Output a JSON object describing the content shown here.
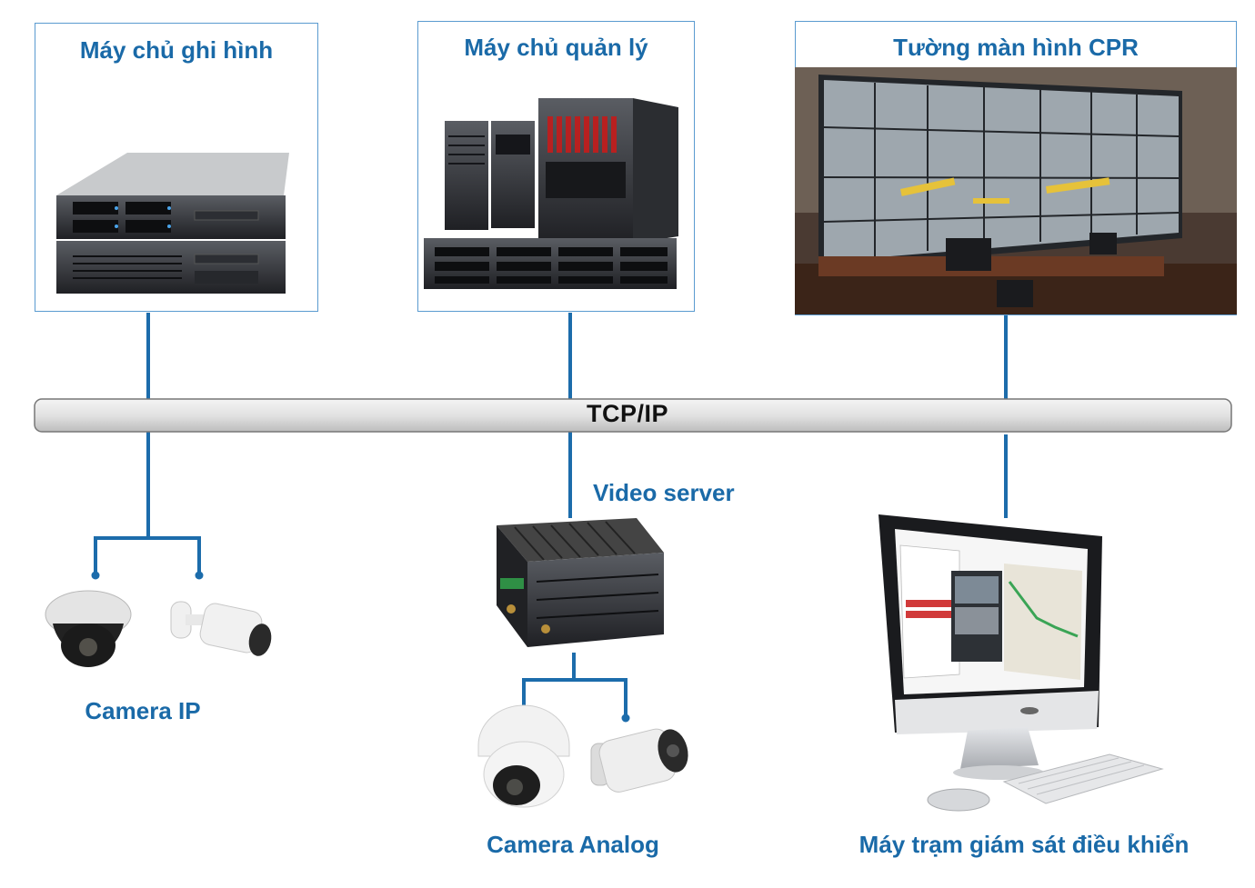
{
  "nodes": {
    "recording_server": "Máy chủ ghi hình",
    "management_server": "Máy chủ quản lý",
    "video_wall": "Tường màn hình CPR",
    "bus": "TCP/IP",
    "video_server": "Video server",
    "camera_ip": "Camera IP",
    "camera_analog": "Camera Analog",
    "workstation": "Máy trạm giám sát điều khiển"
  },
  "colors": {
    "label": "#1a6aa8",
    "line": "#1c6cab",
    "bus_fill": "#dcdcdc",
    "box_border": "#5a9bd0"
  }
}
